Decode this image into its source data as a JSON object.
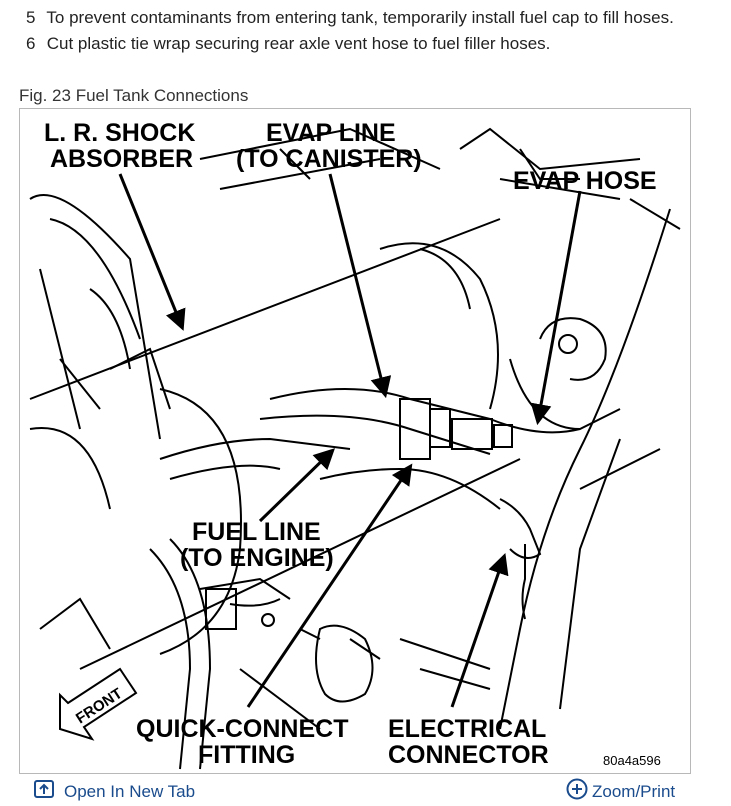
{
  "steps": [
    {
      "num": "5",
      "text": "To prevent contaminants from entering tank, temporarily install fuel cap to fill hoses."
    },
    {
      "num": "6",
      "text": "Cut plastic tie wrap securing rear axle vent hose to fuel filler hoses."
    }
  ],
  "figure": {
    "caption": "Fig. 23 Fuel Tank Connections",
    "labels": {
      "shock_1": "L. R. SHOCK",
      "shock_2": "ABSORBER",
      "evap_line_1": "EVAP LINE",
      "evap_line_2": "(TO CANISTER)",
      "evap_hose": "EVAP HOSE",
      "fuel_line_1": "FUEL LINE",
      "fuel_line_2": "(TO ENGINE)",
      "front": "FRONT",
      "qc_1": "QUICK-CONNECT",
      "qc_2": "FITTING",
      "elec_1": "ELECTRICAL",
      "elec_2": "CONNECTOR",
      "code": "80a4a596"
    }
  },
  "footer": {
    "open_tab": "Open In New Tab",
    "zoom": "Zoom/Print"
  },
  "colors": {
    "link": "#1a4b8c",
    "border": "#b8b8b8"
  },
  "icons": {
    "open_tab": "open-in-new-tab-icon",
    "zoom": "zoom-plus-icon"
  }
}
